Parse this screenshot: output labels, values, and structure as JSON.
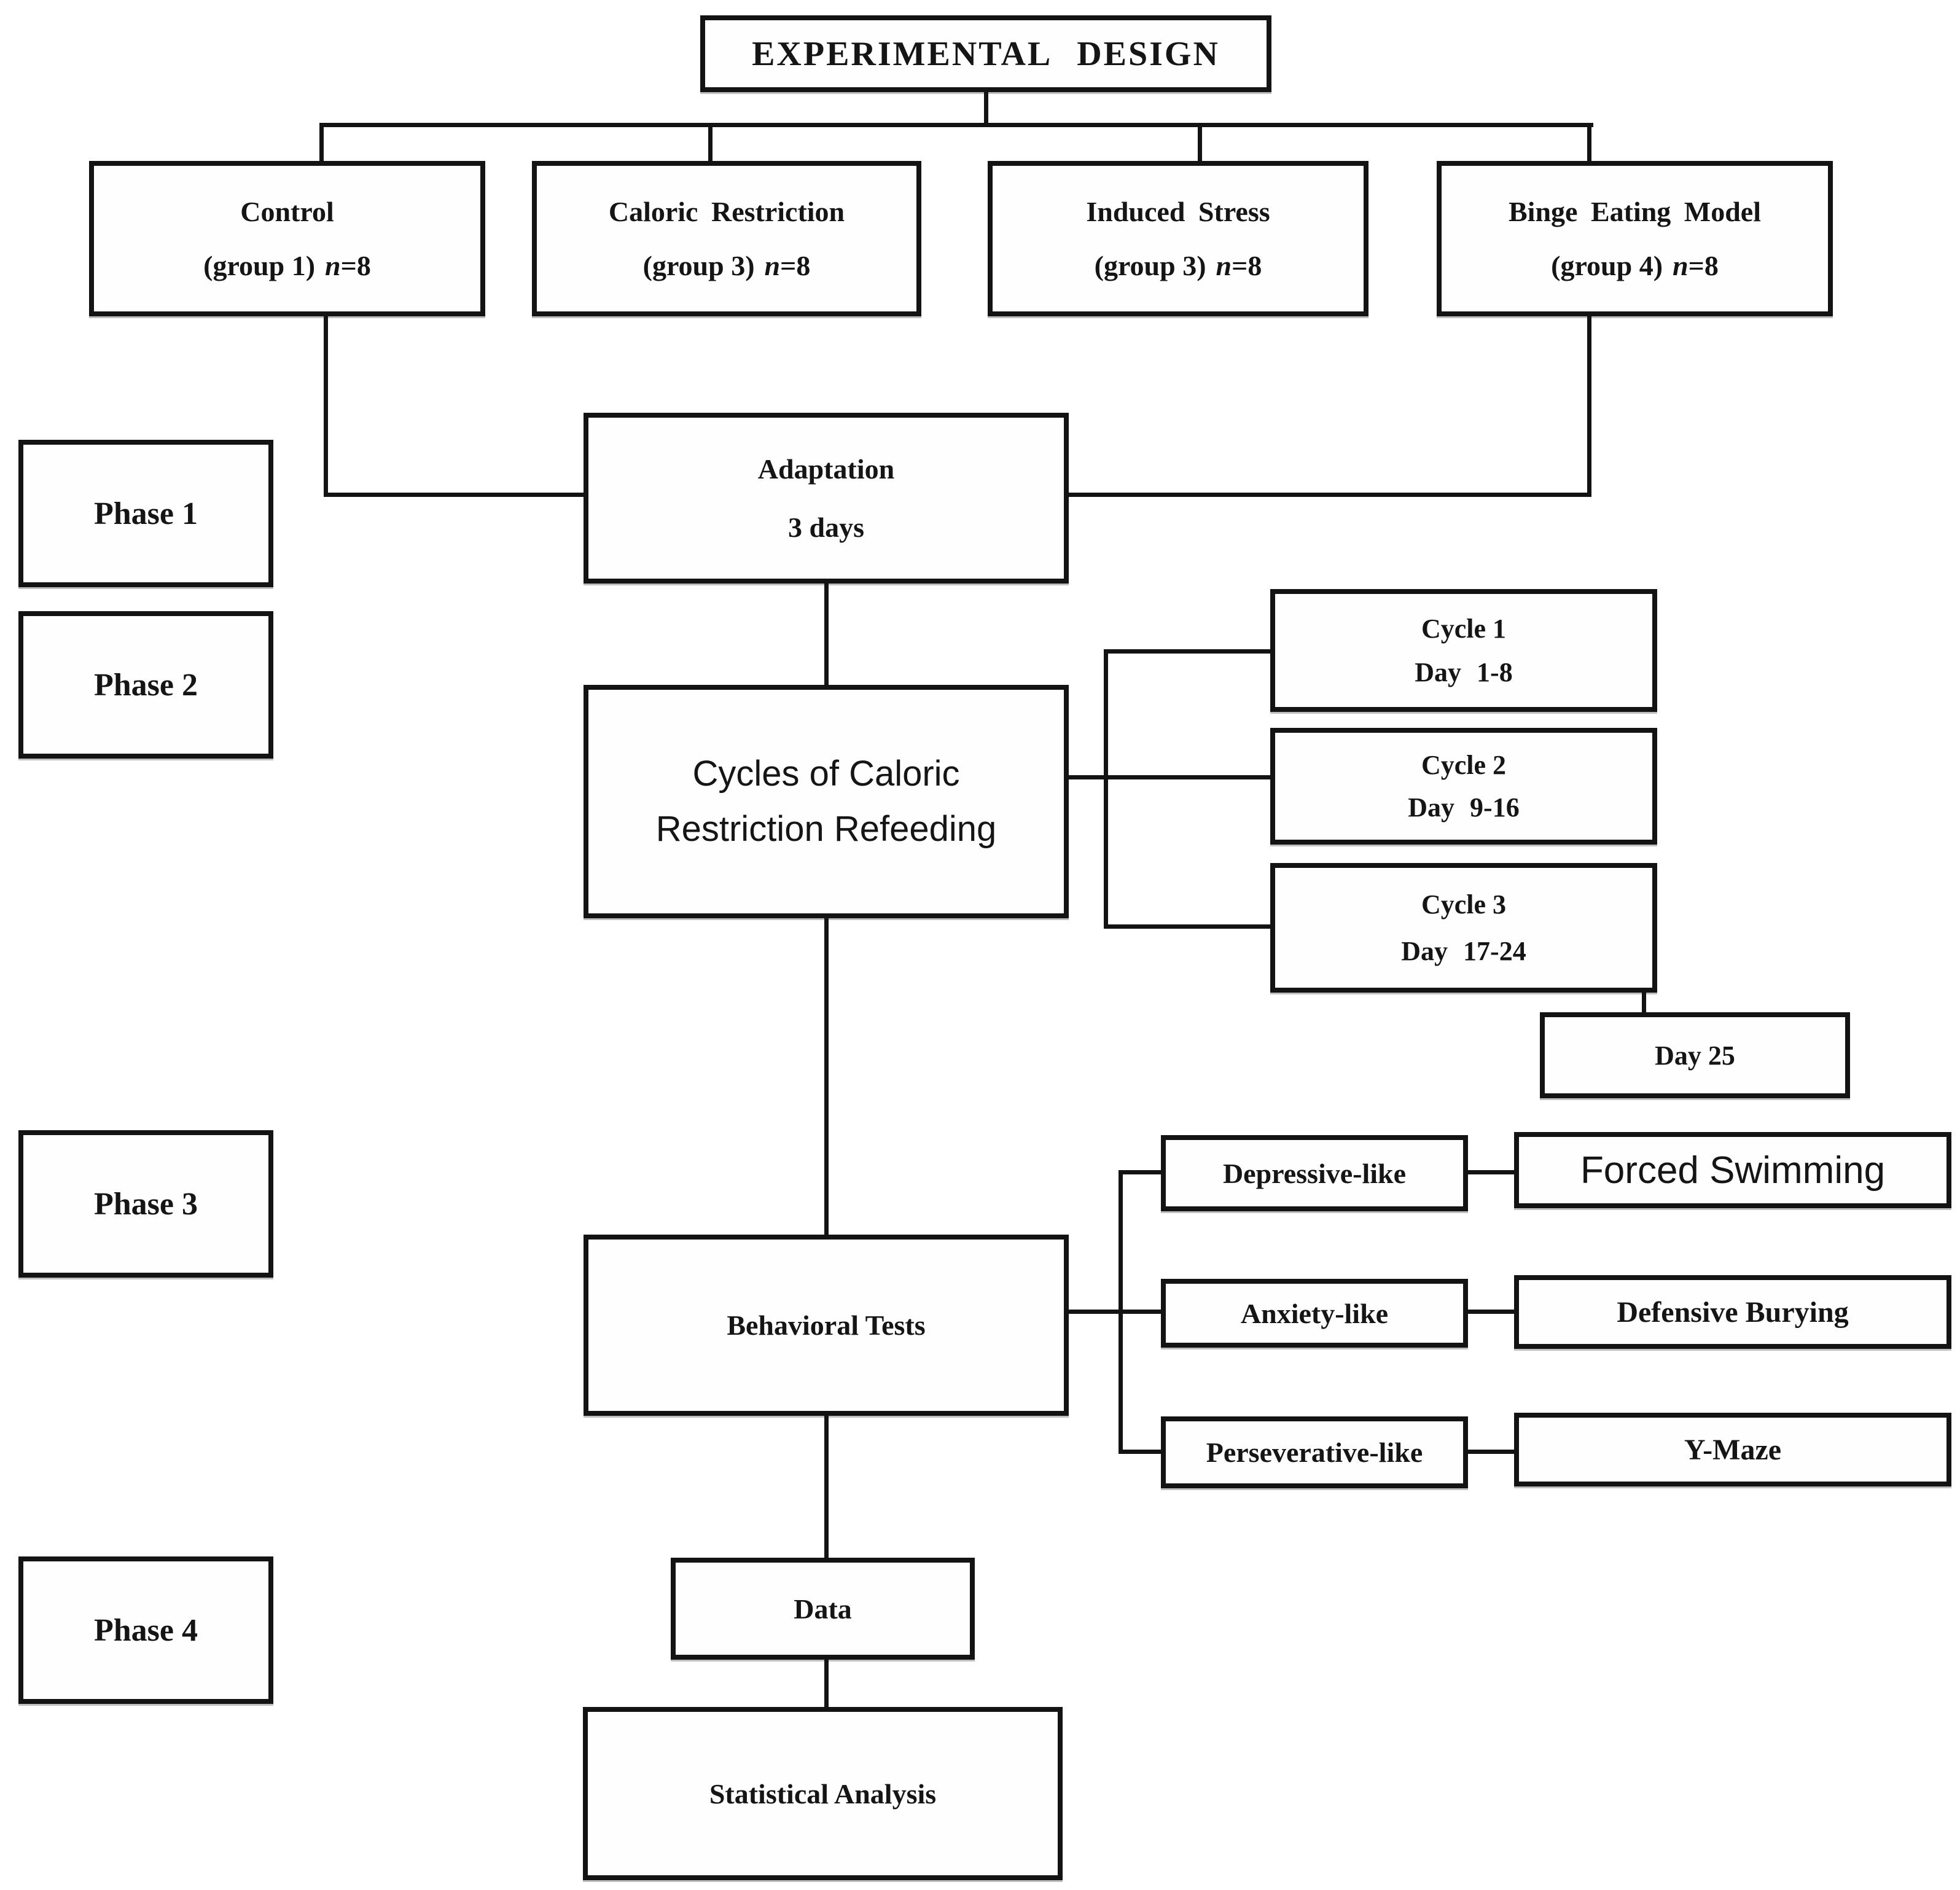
{
  "title": "EXPERIMENTAL DESIGN",
  "groups": [
    {
      "name": "Control",
      "paren": "(group 1)",
      "n": "n",
      "eq": "=8"
    },
    {
      "name": "Caloric Restriction",
      "paren": "(group 3)",
      "n": "n",
      "eq": "=8"
    },
    {
      "name": "Induced Stress",
      "paren": "(group 3)",
      "n": "n",
      "eq": "=8"
    },
    {
      "name": "Binge Eating Model",
      "paren": "(group 4)",
      "n": "n",
      "eq": "=8"
    }
  ],
  "phases": {
    "p1": "Phase 1",
    "p2": "Phase 2",
    "p3": "Phase 3",
    "p4": "Phase 4"
  },
  "adaptation": {
    "line1": "Adaptation",
    "line2": "3 days"
  },
  "cycles_box": {
    "line1": "Cycles of Caloric",
    "line2": "Restriction Refeeding"
  },
  "cycles": [
    {
      "line1": "Cycle 1",
      "line2": "Day 1-8"
    },
    {
      "line1": "Cycle 2",
      "line2": "Day 9-16"
    },
    {
      "line1": "Cycle 3",
      "line2": "Day 17-24"
    }
  ],
  "day25": "Day 25",
  "behavioral": "Behavioral Tests",
  "tests": [
    {
      "label": "Depressive-like",
      "test": "Forced Swimming"
    },
    {
      "label": "Anxiety-like",
      "test": "Defensive Burying"
    },
    {
      "label": "Perseverative-like",
      "test": "Y-Maze"
    }
  ],
  "data_box": "Data",
  "statistical": "Statistical Analysis",
  "colors": {
    "line": "#131313",
    "box_border": "#131313",
    "background": "#ffffff"
  }
}
